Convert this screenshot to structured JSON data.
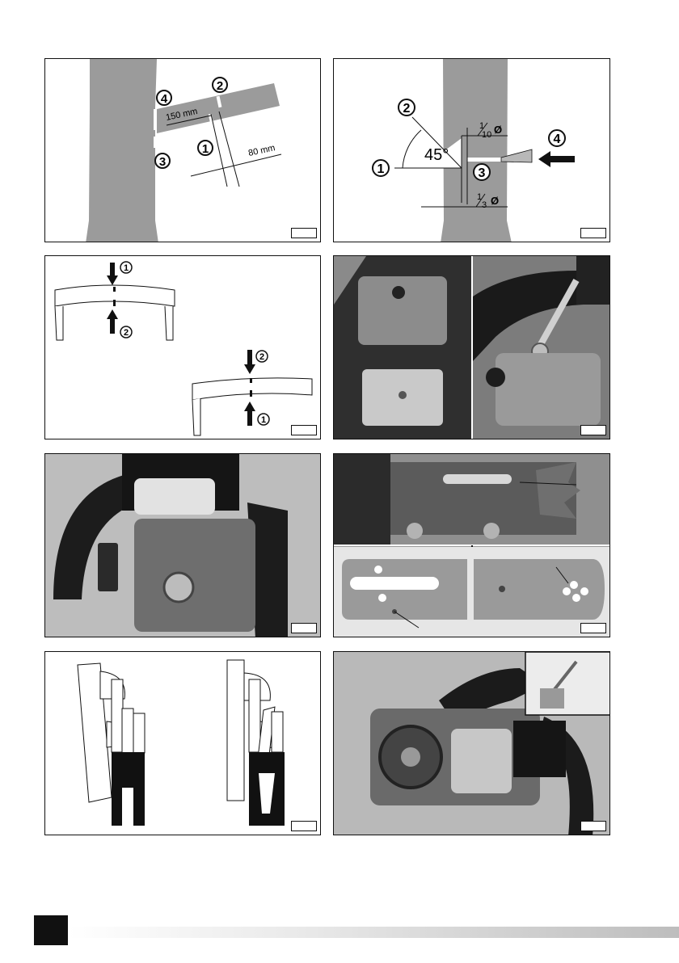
{
  "panel1": {
    "dim_150": "150 mm",
    "dim_80": "80 mm",
    "markers": [
      "1",
      "2",
      "3",
      "4"
    ]
  },
  "panel2": {
    "angle": "45°",
    "frac_top_num": "1",
    "frac_top_den": "10",
    "frac_bot_num": "1",
    "frac_bot_den": "3",
    "diameter_symbol": "Ø",
    "markers": [
      "1",
      "2",
      "3",
      "4"
    ]
  },
  "panel3": {
    "markers": [
      "1",
      "2",
      "2",
      "1"
    ]
  }
}
